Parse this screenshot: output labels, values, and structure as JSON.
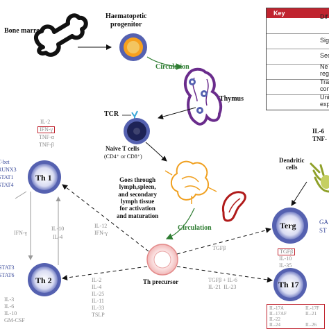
{
  "labels": {
    "bone_marrow": "Bone marrow",
    "haematopoietic": "Haematopetic\nprogenitor",
    "circulation_top": "Circulation",
    "thymus": "Thymus",
    "tcr": "TCR",
    "naive_t": "Naive T cells",
    "naive_t_sub": "(CD4⁺ or CD8⁺)",
    "goes_through": "Goes through\nlymph,spleen,\nand secondary\nlymph tissue\nfor activation\nand maturation",
    "circulation_bottom": "Circulation",
    "th_precursor": "Th precursor",
    "dendritic": "Dendritic\ncells",
    "il6_tnf": "IL-6\nTNF-",
    "th1": "Th 1",
    "th2": "Th 2",
    "terg": "Terg",
    "th17": "Th 17"
  },
  "cytokines": {
    "th1_top": [
      "IL-2",
      "IFN-γ",
      "TNF-α",
      "TNF-β"
    ],
    "th1_tf": [
      "T-bet",
      "RUNX3",
      "STAT1",
      "STAT4"
    ],
    "th2_tf": [
      "STAT3",
      "STAT6"
    ],
    "th2_bottom": [
      "IL-3",
      "IL-6",
      "IL-10",
      "GM-CSF"
    ],
    "ifn_gamma_left": "IFN-γ",
    "il10_il4": [
      "IL-10",
      "IL-4"
    ],
    "il12_ifng": [
      "IL-12",
      "IFN-γ"
    ],
    "th2_inducers": [
      "IL-2",
      "IL-4",
      "IL-25",
      "IL-11",
      "IL-33",
      "TSLP"
    ],
    "tgfb": "TGFβ",
    "th17_inducers": [
      "TGFβ + IL-6",
      "IL-21  IL-23"
    ],
    "terg_out": [
      "TGFβ",
      "IL-10",
      "IL-35"
    ],
    "terg_tf": [
      "GA",
      "ST"
    ],
    "th17_out_left": [
      "IL-17A",
      "IL-17AF",
      "IL-22",
      "IL-24"
    ],
    "th17_out_right": [
      "IL-17F",
      "IL-21",
      "",
      "IL-26"
    ]
  },
  "key": {
    "title": "Key",
    "rows": [
      "Dif",
      "Sig",
      "Sec",
      "Ne\nreg",
      "Tra\ncon",
      "Uni\nexp"
    ]
  },
  "colors": {
    "cell_blue": "#5561b0",
    "cell_inner": "#2a2f6a",
    "circulation_green": "#2e7d32",
    "thymus_purple": "#6a2c8c",
    "lymph_orange": "#f0a020",
    "spleen_red": "#b01a1a",
    "key_red": "#c0242f",
    "dendritic_green": "#8fa12a"
  }
}
